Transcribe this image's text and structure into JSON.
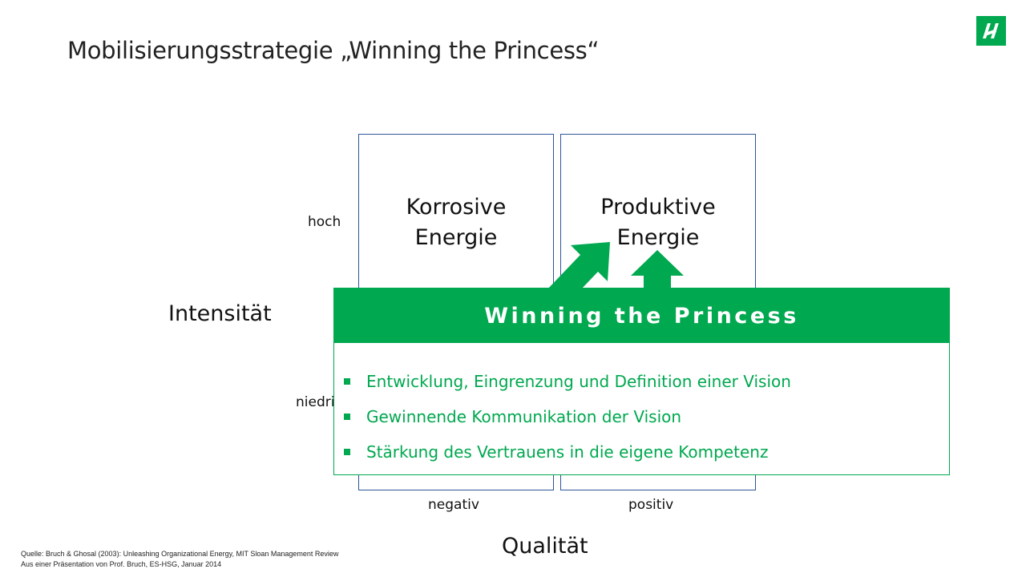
{
  "slide": {
    "title": "Mobilisierungsstrategie „Winning the Princess“",
    "logo_icon": "hsg-logo-icon"
  },
  "matrix": {
    "quadrants": {
      "top_left": "Korrosive Energie",
      "top_right": "Produktive Energie"
    },
    "y_axis": {
      "label": "Intensität",
      "high": "hoch",
      "low": "niedri"
    },
    "x_axis": {
      "label": "Qualität",
      "negative": "negativ",
      "positive": "positiv"
    }
  },
  "panel": {
    "title": "Winning the Princess",
    "bullets": [
      "Entwicklung, Eingrenzung und Definition einer Vision",
      "Gewinnende Kommunikation der Vision",
      "Stärkung des Vertrauens in die eigene Kompetenz"
    ]
  },
  "footnote": {
    "line1": "Quelle: Bruch & Ghosal (2003): Unleashing Organizational Energy, MIT Sloan Management Review",
    "line2": "Aus einer Präsentation von Prof. Bruch, ES-HSG, Januar 2014"
  },
  "colors": {
    "accent": "#00a84f",
    "border": "#2f5597"
  }
}
